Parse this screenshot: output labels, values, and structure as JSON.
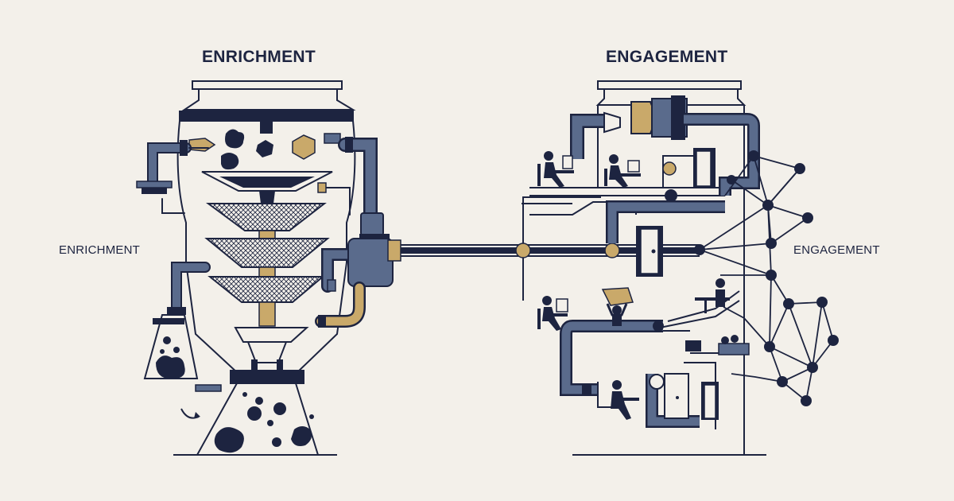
{
  "diagram": {
    "left_title": "ENRICHMENT",
    "left_side_label": "ENRICHMENT",
    "right_title": "ENGAGEMENT",
    "right_side_label": "ENGAGEMENT"
  },
  "colors": {
    "background": "#f3f0ea",
    "ink": "#1d2440",
    "slate": "#5a6b8c",
    "gold": "#c9a96a"
  }
}
